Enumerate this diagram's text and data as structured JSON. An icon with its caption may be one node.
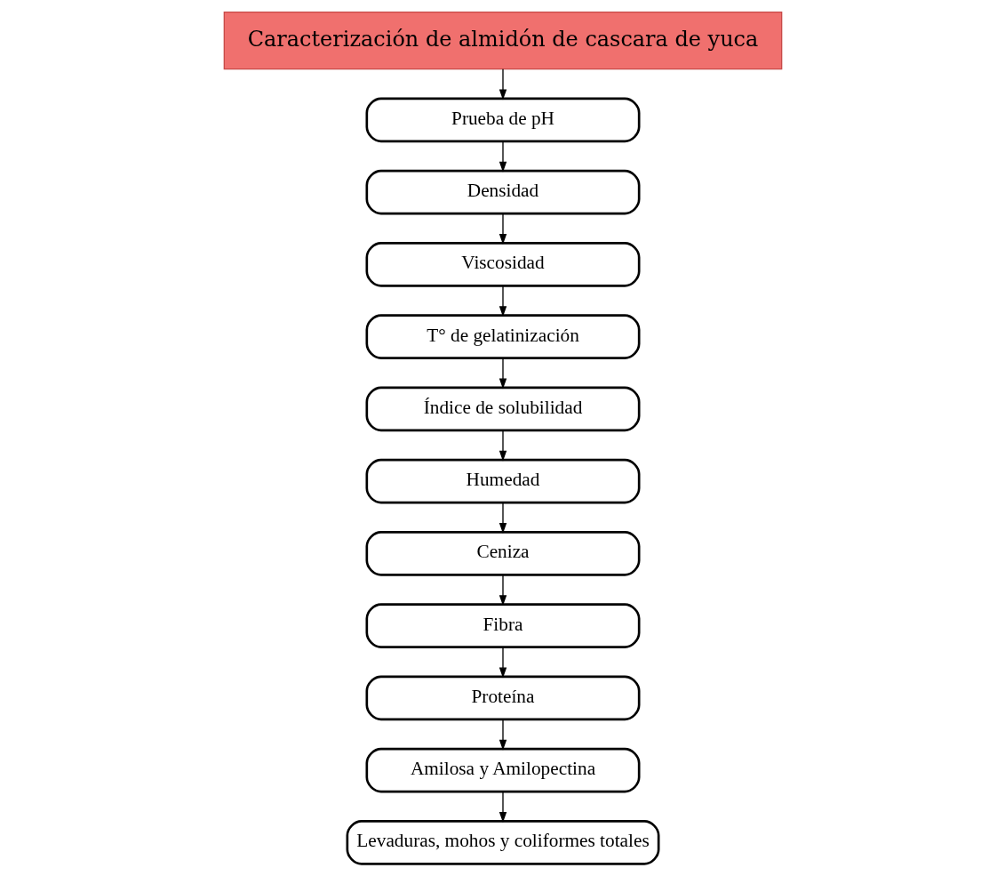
{
  "diagram": {
    "nodes": [
      {
        "text": [
          "Caracterización de almidón de cascara de yuca"
        ]
      },
      {
        "text": [
          "Prueba de pH"
        ]
      },
      {
        "text": [
          "Densidad"
        ]
      },
      {
        "text": [
          "Viscosidad"
        ]
      },
      {
        "text": [
          "T° de gelatinización"
        ]
      },
      {
        "text": [
          "Índice de solubilidad"
        ]
      },
      {
        "text": [
          "Humedad"
        ]
      },
      {
        "text": [
          "Ceniza"
        ]
      },
      {
        "text": [
          "Fibra"
        ]
      },
      {
        "text": [
          "Proteína"
        ]
      },
      {
        "text": [
          "Amilosa y Amilopectina"
        ]
      },
      {
        "text": [
          "Levaduras, mohos y coliformes totales"
        ]
      }
    ],
    "edges": [
      {
        "from": 0,
        "to": 1,
        "arrow": "to"
      },
      {
        "from": 1,
        "to": 2,
        "arrow": "to"
      },
      {
        "from": 2,
        "to": 3,
        "arrow": "to"
      },
      {
        "from": 3,
        "to": 4,
        "arrow": "to"
      },
      {
        "from": 4,
        "to": 5,
        "arrow": "to"
      },
      {
        "from": 5,
        "to": 6,
        "arrow": "to"
      },
      {
        "from": 6,
        "to": 7,
        "arrow": "to"
      },
      {
        "from": 7,
        "to": 8,
        "arrow": "to"
      },
      {
        "from": 8,
        "to": 9,
        "arrow": "to"
      },
      {
        "from": 9,
        "to": 10,
        "arrow": "to"
      },
      {
        "from": 10,
        "to": 11,
        "arrow": "to"
      }
    ]
  }
}
